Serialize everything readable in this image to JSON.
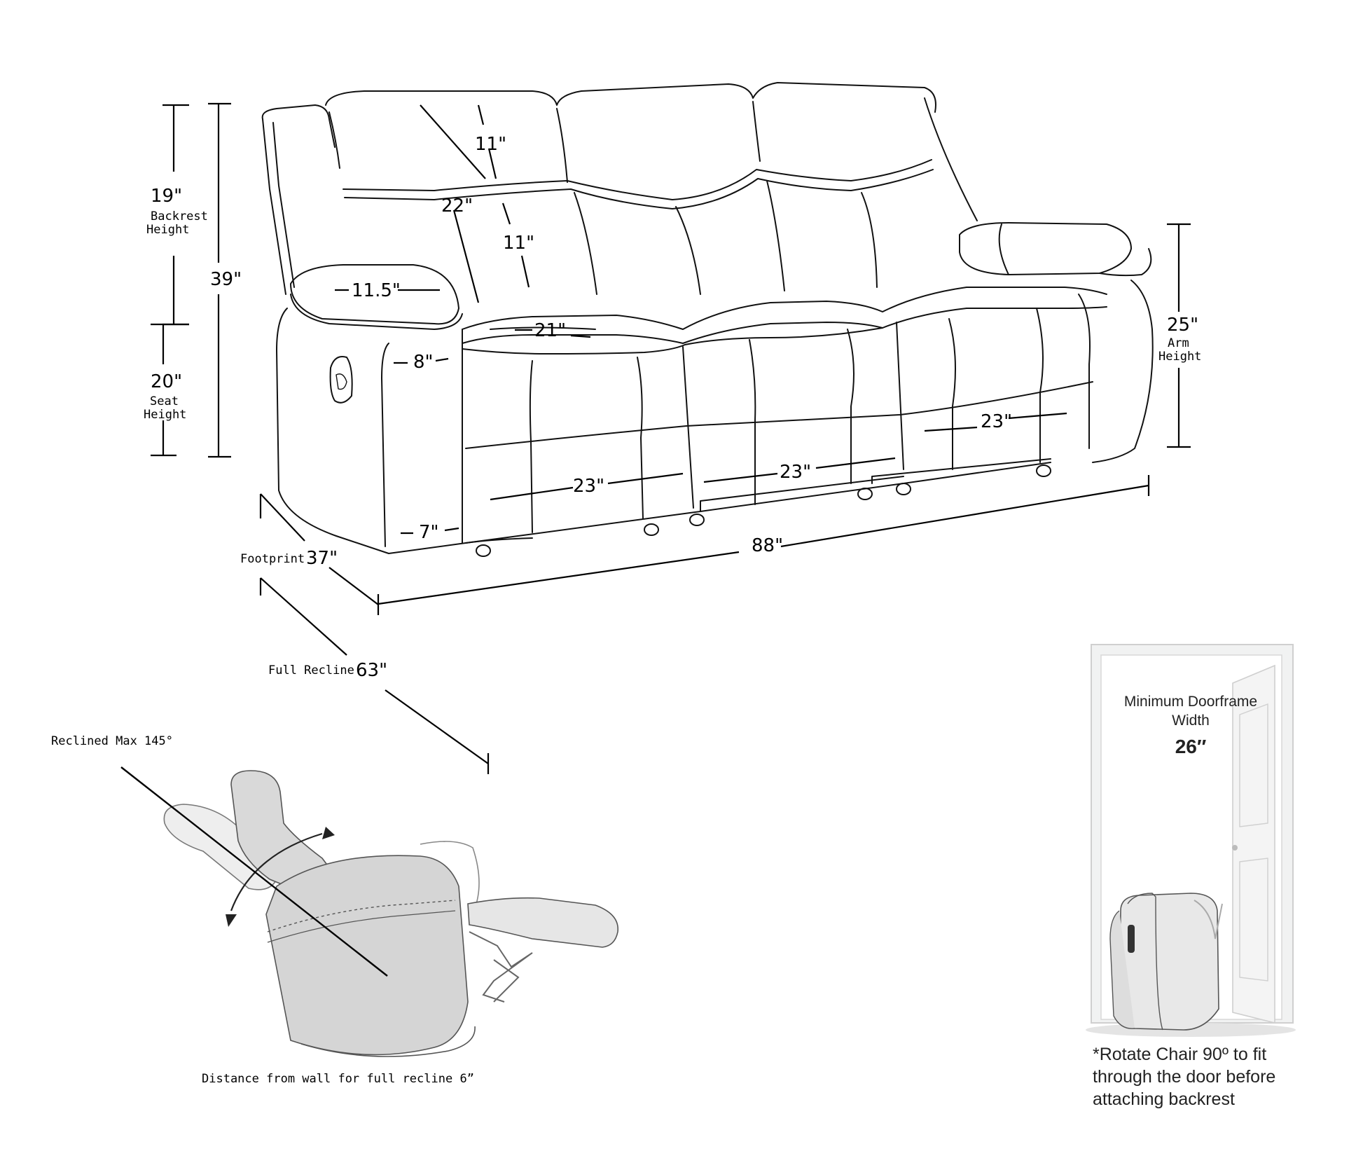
{
  "dimensions": {
    "backrest_height": "19\"",
    "backrest_height_label_1": "Backrest",
    "backrest_height_label_2": "Height",
    "total_height": "39\"",
    "seat_height": "20\"",
    "seat_height_label_1": "Seat",
    "seat_height_label_2": "Height",
    "arm_height": "25\"",
    "arm_height_label_1": "Arm",
    "arm_height_label_2": "Height",
    "head_pillow_top": "11\"",
    "head_pillow_bottom": "11\"",
    "back_depth": "22\"",
    "arm_width": "11.5\"",
    "seat_depth": "21\"",
    "arm_front": "8\"",
    "seat_width_left": "23\"",
    "seat_width_middle": "23\"",
    "seat_width_right": "23\"",
    "base_front": "7\"",
    "overall_width": "88\"",
    "footprint_label": "Footprint",
    "footprint": "37\"",
    "full_recline_label": "Full Recline",
    "full_recline": "63\""
  },
  "recline": {
    "max_label": "Reclined Max 145°",
    "wall_distance": "Distance from wall for full recline 6”"
  },
  "doorframe": {
    "title_1": "Minimum Doorframe",
    "title_2": "Width",
    "width": "26″",
    "note_1": "*Rotate Chair 90º to fit",
    "note_2": "through the door before",
    "note_3": "attaching backrest"
  }
}
